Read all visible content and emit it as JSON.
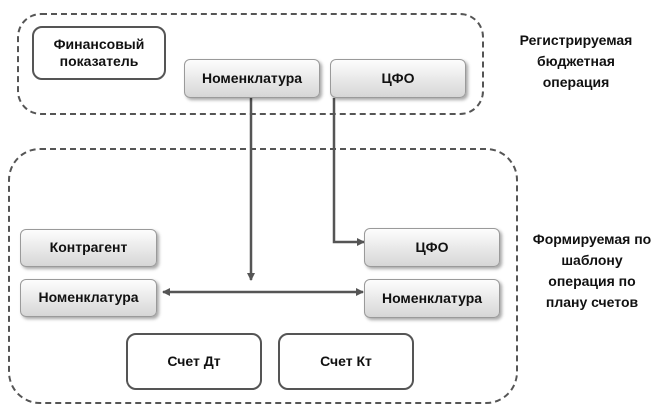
{
  "groups": {
    "registered": {
      "caption": "Регистрируемая бюджетная операция",
      "boxes": {
        "fin": "Финансовый показатель",
        "nomenclature": "Номенклатура",
        "cfo": "ЦФО"
      }
    },
    "formed": {
      "caption": "Формируемая по шаблону операция по плану счетов",
      "boxes": {
        "contractor": "Контрагент",
        "nomenclature_left": "Номенклатура",
        "cfo": "ЦФО",
        "nomenclature_right": "Номенклатура",
        "debit": "Счет Дт",
        "credit": "Счет Кт"
      }
    }
  },
  "colors": {
    "line": "#555555",
    "border": "#555555",
    "box_top": "#fdfdfd",
    "box_bottom": "#d6d6d6"
  }
}
